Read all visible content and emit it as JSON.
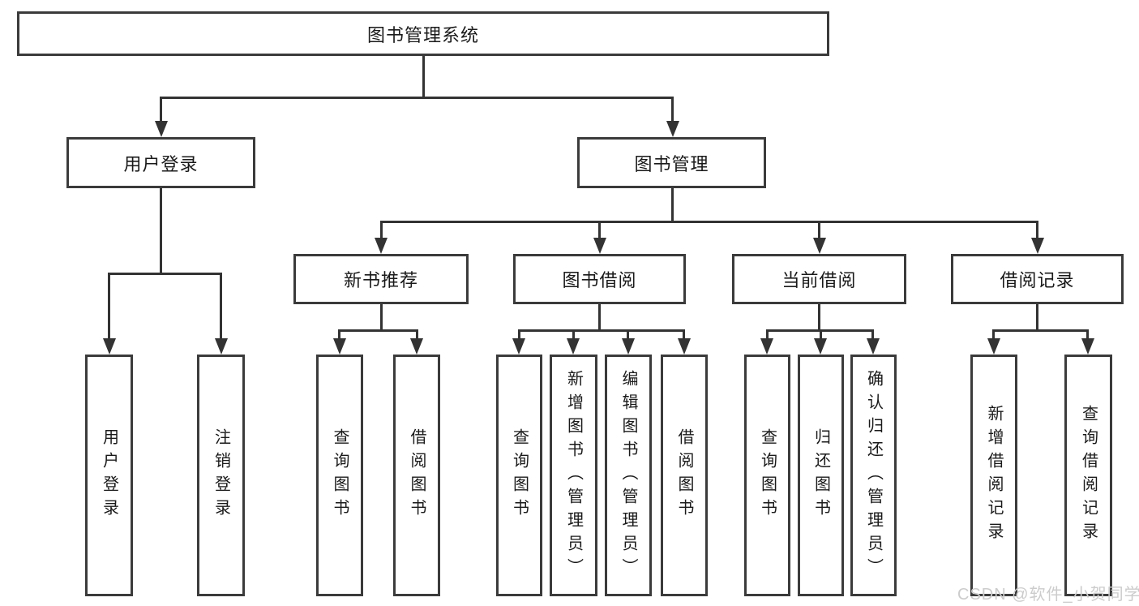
{
  "diagram": {
    "root": {
      "label": "图书管理系统"
    },
    "user_login": {
      "label": "用户登录",
      "children": [
        {
          "label": "用户登录"
        },
        {
          "label": "注销登录"
        }
      ]
    },
    "book_management": {
      "label": "图书管理",
      "sections": [
        {
          "label": "新书推荐",
          "children": [
            {
              "label": "查询图书"
            },
            {
              "label": "借阅图书"
            }
          ]
        },
        {
          "label": "图书借阅",
          "children": [
            {
              "label": "查询图书"
            },
            {
              "label": "新增图书（管理员）"
            },
            {
              "label": "编辑图书（管理员）"
            },
            {
              "label": "借阅图书"
            }
          ]
        },
        {
          "label": "当前借阅",
          "children": [
            {
              "label": "查询图书"
            },
            {
              "label": "归还图书"
            },
            {
              "label": "确认归还（管理员）"
            }
          ]
        },
        {
          "label": "借阅记录",
          "children": [
            {
              "label": "新增借阅记录"
            },
            {
              "label": "查询借阅记录"
            }
          ]
        }
      ]
    }
  },
  "watermark": {
    "text": "CSDN @软件_小贺同学"
  },
  "colors": {
    "line": "#333333",
    "box_border": "#3b3b3b",
    "text": "#1a1a1a",
    "watermark": "#cccccc",
    "background": "#ffffff"
  }
}
